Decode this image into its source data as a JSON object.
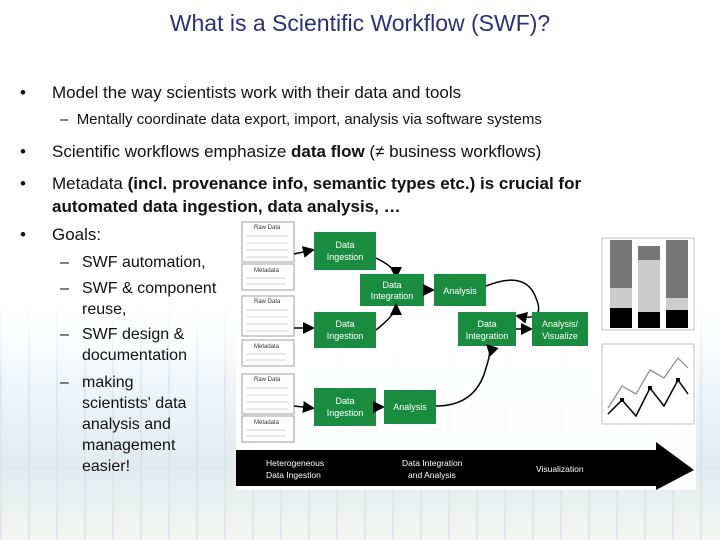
{
  "slide": {
    "title": "What is a Scientific Workflow (SWF)?",
    "bullets": {
      "b1": "Model the way scientists work with their data and tools",
      "b1_sub": "Mentally coordinate data export, import, analysis via software systems",
      "b2_pre": "Scientific workflows emphasize ",
      "b2_bold": "data flow",
      "b2_post": " (≠ business workflows)",
      "b3_pre": "Metadata ",
      "b3_bold1": "(incl. provenance info, semantic types etc.) is crucial for",
      "b3_bold2": "automated data ingestion, data analysis, …",
      "b4": "Goals:"
    },
    "goals": [
      [
        "SWF automation,"
      ],
      [
        "SWF & component",
        "reuse,"
      ],
      [
        "SWF design &",
        "documentation"
      ],
      [
        "making",
        "scientists' data",
        "analysis and",
        "management",
        "easier!"
      ]
    ],
    "bullet_char": "•",
    "dash_char": "–"
  },
  "diagram": {
    "boxes": {
      "ingest1": [
        "Data",
        "Ingestion"
      ],
      "integ1": [
        "Data",
        "Integration"
      ],
      "analysis1": "Analysis",
      "ingest2": [
        "Data",
        "Ingestion"
      ],
      "integ2": [
        "Data",
        "Integration"
      ],
      "visualize": [
        "Analysis/",
        "Visualize"
      ],
      "ingest3": [
        "Data",
        "Ingestion"
      ],
      "analysis3": "Analysis"
    },
    "raw_data_label": "Raw Data",
    "metadata_label": "Metadata",
    "stages": {
      "hetero": [
        "Heterogeneous",
        "Data Ingestion"
      ],
      "integ": [
        "Data Integration",
        "and Analysis"
      ],
      "viz": "Visualization"
    },
    "box_color": "#1a8c40",
    "arrow_color": "#000000"
  }
}
